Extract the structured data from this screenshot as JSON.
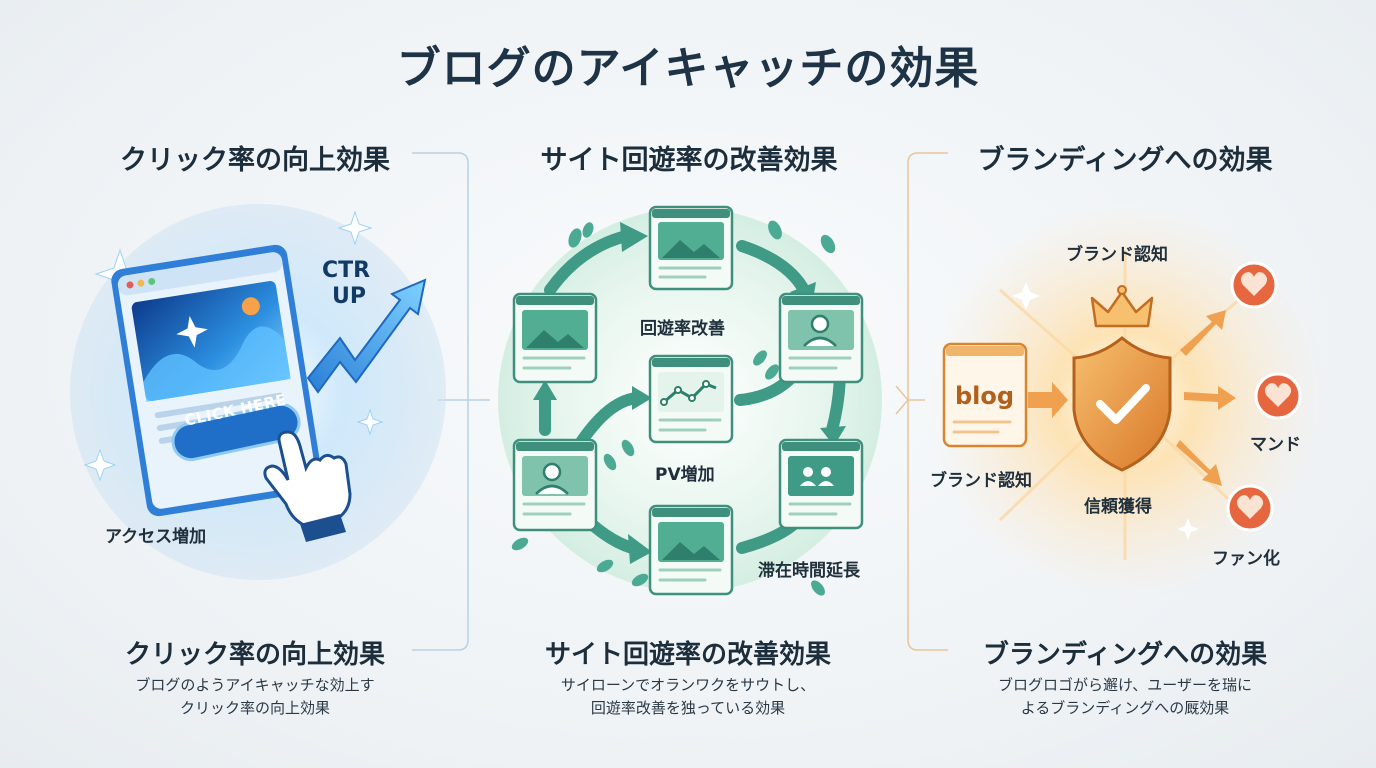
{
  "title": "ブログのアイキャッチの効果",
  "panels": [
    {
      "heading_top": "クリック率の向上効果",
      "heading_bottom": "クリック率の向上効果",
      "desc_line1": "ブログのようアイキャッチな効上す",
      "desc_line2": "クリック率の向上効果",
      "labels": {
        "ctr_line1": "CTR",
        "ctr_line2": "UP",
        "button": "CLICK HERE",
        "access": "アクセス増加"
      }
    },
    {
      "heading_top": "サイト回遊率の改善効果",
      "heading_bottom": "サイト回遊率の改善効果",
      "desc_line1": "サイローンでオランワクをサウトし、",
      "desc_line2": "回遊率改善を独っている効果",
      "labels": {
        "improve": "回遊率改善",
        "pv": "PV増加",
        "stay": "滞在時間延長"
      }
    },
    {
      "heading_top": "ブランディングへの効果",
      "heading_bottom": "ブランディングへの効果",
      "desc_line1": "ブログロゴがら邂け、ユーザーを瑞に",
      "desc_line2": "よるブランディングへの厩効果",
      "labels": {
        "brand_top": "ブランド認知",
        "blog": "blog",
        "brand_left": "ブランド認知",
        "trust": "信頼獲得",
        "mand": "マンド",
        "fan": "ファン化"
      }
    }
  ],
  "colors": {
    "blue": "#3a9fe0",
    "green": "#3f9a86",
    "orange": "#e8913a"
  },
  "icons": [
    "sparkle-icon",
    "cursor-hand-icon",
    "arrow-up-icon",
    "image-icon",
    "person-icon",
    "footprint-icon",
    "crown-icon",
    "shield-check-icon",
    "heart-icon"
  ]
}
